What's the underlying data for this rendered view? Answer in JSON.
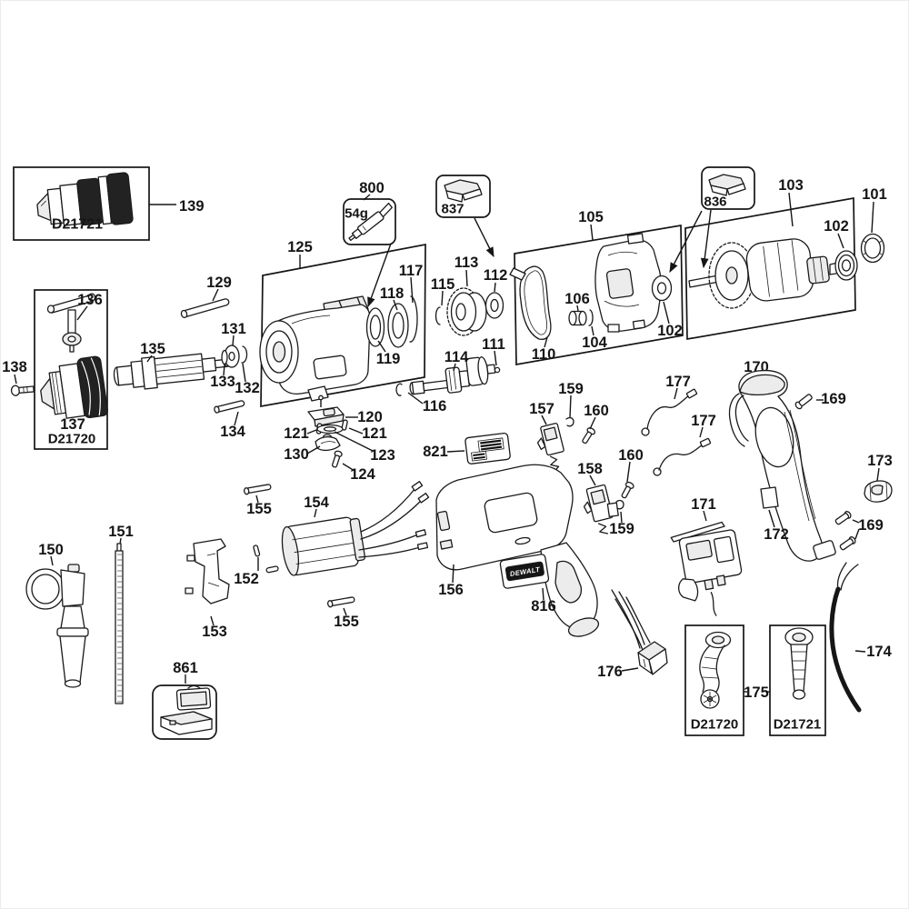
{
  "figure_type": "exploded-parts-diagram",
  "ink": "#1a1a1a",
  "labels": {
    "101": "101",
    "102": "102",
    "103": "103",
    "104": "104",
    "105": "105",
    "106": "106",
    "110": "110",
    "111": "111",
    "112": "112",
    "113": "113",
    "114": "114",
    "115": "115",
    "116": "116",
    "117": "117",
    "118": "118",
    "119": "119",
    "120": "120",
    "121": "121",
    "123": "123",
    "124": "124",
    "125": "125",
    "129": "129",
    "130": "130",
    "131": "131",
    "132": "132",
    "133": "133",
    "134": "134",
    "135": "135",
    "136": "136",
    "137": "137",
    "138": "138",
    "139": "139",
    "150": "150",
    "151": "151",
    "152": "152",
    "153": "153",
    "154": "154",
    "155": "155",
    "156": "156",
    "157": "157",
    "158": "158",
    "159": "159",
    "160": "160",
    "169": "169",
    "170": "170",
    "171": "171",
    "172": "172",
    "173": "173",
    "174": "174",
    "175": "175",
    "176": "176",
    "177": "177",
    "800": "800",
    "816": "816",
    "821": "821",
    "836": "836",
    "837": "837",
    "861": "861",
    "54g": "54g",
    "D21720": "D21720",
    "D21721": "D21721",
    "brand": "DEWALT"
  }
}
